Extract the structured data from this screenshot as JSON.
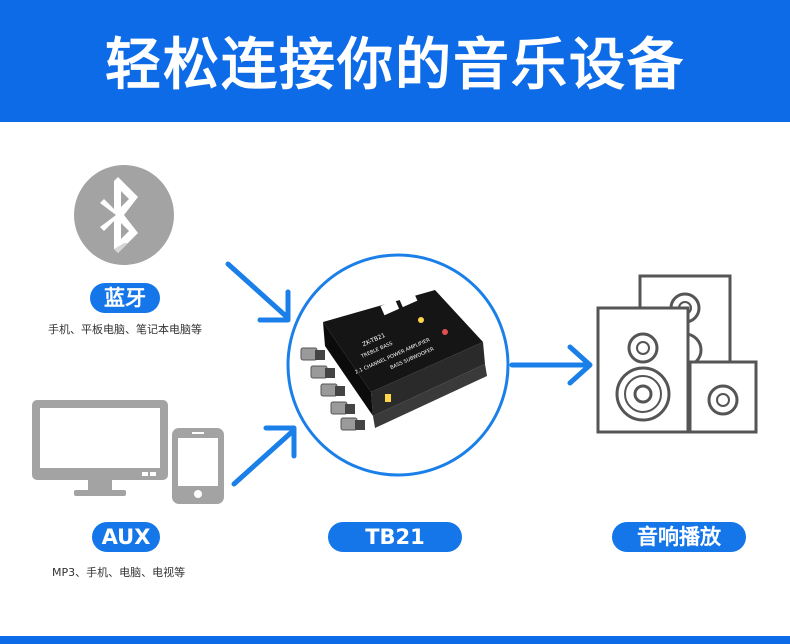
{
  "banner": {
    "title": "轻松连接你的音乐设备"
  },
  "sources": {
    "bluetooth": {
      "label": "蓝牙",
      "caption": "手机、平板电脑、笔记本电脑等"
    },
    "aux": {
      "label": "AUX",
      "caption": "MP3、手机、电脑、电视等"
    }
  },
  "board": {
    "label": "TB21",
    "silkscreen": [
      "ZK-TB21",
      "TREBLE BASS",
      "2.1 CHANNEL POWER AMPLIFIER",
      "BASS SUBWOOFER"
    ]
  },
  "output": {
    "label": "音响播放"
  },
  "colors": {
    "brand_blue": "#0d6be8",
    "arrow_blue": "#1a7fe8",
    "icon_gray": "#9e9e9e"
  }
}
